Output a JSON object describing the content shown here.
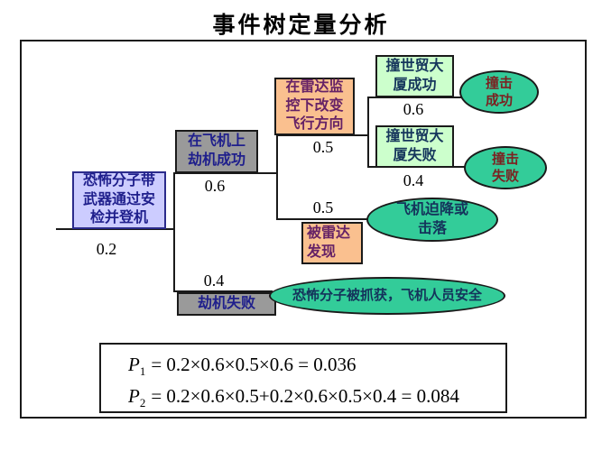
{
  "title": "事件树定量分析",
  "tree": {
    "root": {
      "label": "恐怖分子带武器通过安检并登机",
      "prob": "0.2"
    },
    "hijack_success": {
      "label": "在飞机上劫机成功",
      "prob": "0.6"
    },
    "hijack_fail": {
      "label": "劫机失败",
      "prob": "0.4"
    },
    "change_course": {
      "label": "在雷达监控下改变飞行方向",
      "prob": "0.5"
    },
    "radar_detected": {
      "label": "被雷达发现",
      "prob": "0.5"
    },
    "hit_wtc_success": {
      "label": "撞世贸大厦成功",
      "prob": "0.6"
    },
    "hit_wtc_fail": {
      "label": "撞世贸大厦失败",
      "prob": "0.4"
    },
    "outcome_impact_success": {
      "label": "撞击成功"
    },
    "outcome_impact_fail": {
      "label": "撞击失败"
    },
    "outcome_forced_landing": {
      "label": "飞机迫降或击落"
    },
    "outcome_captured": {
      "label": "恐怖分子被抓获，飞机人员安全"
    }
  },
  "formulas": [
    {
      "symbol": "P",
      "sub": "1",
      "expr": "= 0.2×0.6×0.5×0.6 = 0.036"
    },
    {
      "symbol": "P",
      "sub": "2",
      "expr": "= 0.2×0.6×0.5+0.2×0.6×0.5×0.4 = 0.084"
    }
  ],
  "colors": {
    "event_box": "#CCCCFF",
    "state_box": "#9A9A9A",
    "action_box": "#FAC08F",
    "result_box": "#CCFFCC",
    "outcome_ellipse": "#33CC99",
    "line": "#1a1a1a"
  }
}
